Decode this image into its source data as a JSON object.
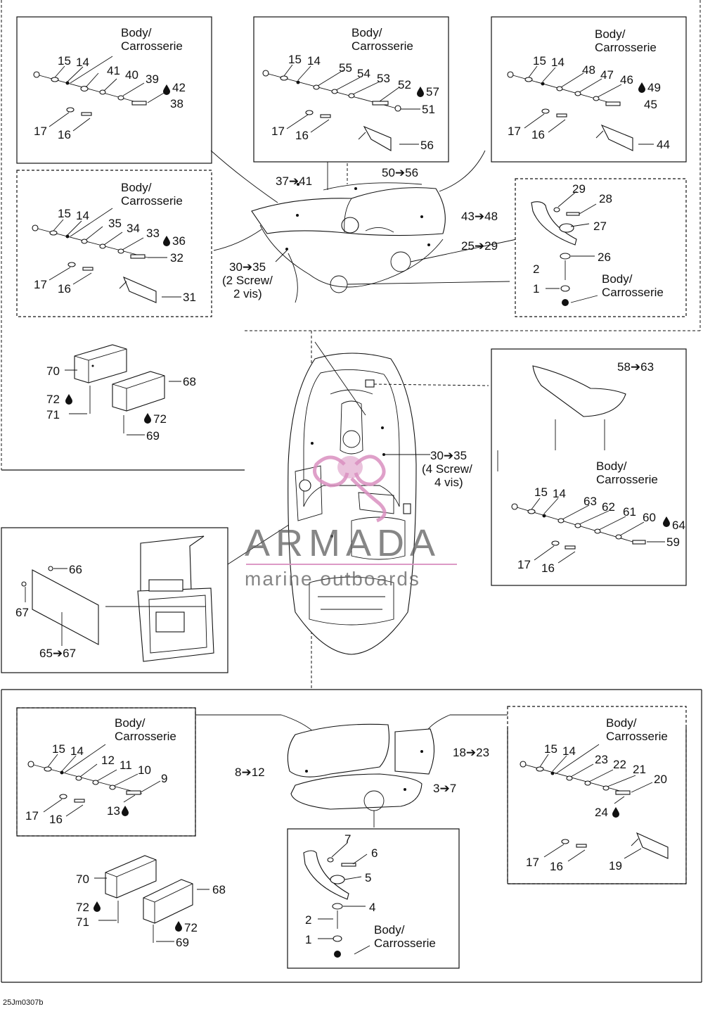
{
  "diagram": {
    "footer_code": "25Jm0307b",
    "body": "Body/",
    "carrosserie": "Carrosserie",
    "screw2_line1": "(2 Screw/",
    "screw2_line2": "2 vis)",
    "screw4_line1": "(4 Screw/",
    "screw4_line2": "4 vis)"
  },
  "watermark": {
    "title": "ARMADA",
    "subtitle": "marine outboards",
    "accent_color": "#d98fc0",
    "text_color": "#5d5d5d"
  },
  "callouts": {
    "p1": "1",
    "p2": "2",
    "p3_7": "3➔7",
    "p4": "4",
    "p5": "5",
    "p6": "6",
    "p7": "7",
    "p8_12": "8➔12",
    "p9": "9",
    "p10": "10",
    "p11": "11",
    "p12": "12",
    "p13": "13",
    "p14": "14",
    "p15": "15",
    "p16": "16",
    "p17": "17",
    "p18_23": "18➔23",
    "p19": "19",
    "p20": "20",
    "p21": "21",
    "p22": "22",
    "p23": "23",
    "p24": "24",
    "p25_29": "25➔29",
    "p26": "26",
    "p27": "27",
    "p28": "28",
    "p29": "29",
    "p30_35": "30➔35",
    "p31": "31",
    "p32": "32",
    "p33": "33",
    "p34": "34",
    "p35": "35",
    "p36": "36",
    "p37_41": "37➔41",
    "p38": "38",
    "p39": "39",
    "p40": "40",
    "p41": "41",
    "p42": "42",
    "p43_48": "43➔48",
    "p44": "44",
    "p45": "45",
    "p46": "46",
    "p47": "47",
    "p48": "48",
    "p49": "49",
    "p50_56": "50➔56",
    "p51": "51",
    "p52": "52",
    "p53": "53",
    "p54": "54",
    "p55": "55",
    "p56": "56",
    "p57": "57",
    "p58_63": "58➔63",
    "p59": "59",
    "p60": "60",
    "p61": "61",
    "p62": "62",
    "p63": "63",
    "p64": "64",
    "p65_67": "65➔67",
    "p66": "66",
    "p67": "67",
    "p68": "68",
    "p69": "69",
    "p70": "70",
    "p71": "71",
    "p72": "72"
  }
}
